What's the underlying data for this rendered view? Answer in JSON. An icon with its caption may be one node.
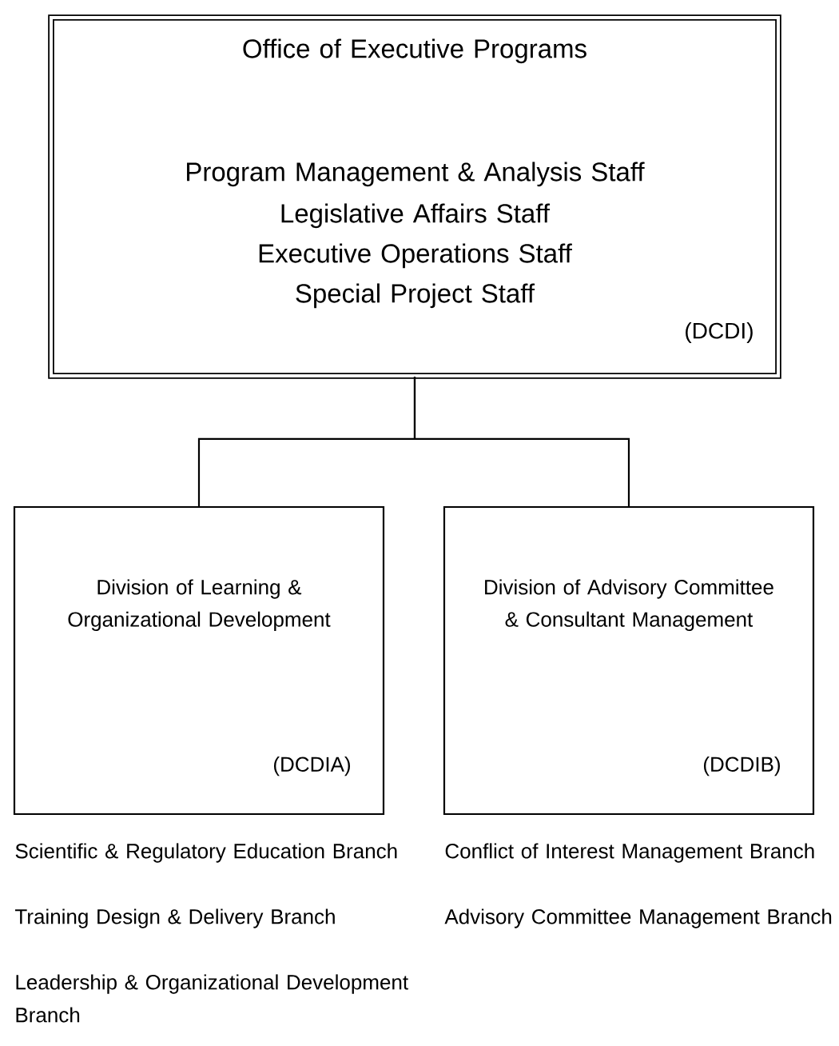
{
  "diagram": {
    "nodes": [
      {
        "text": [
          "Office of Executive Programs",
          "Program Management & Analysis Staff",
          "Legislative Affairs Staff",
          "Executive Operations Staff",
          "Special Project Staff",
          "(DCDI)"
        ]
      },
      {
        "text": [
          "Division of Learning & Organizational Development",
          "(DCDIA)"
        ],
        "beside": [
          "Scientific & Regulatory Education Branch",
          "Training Design & Delivery Branch",
          "Leadership & Organizational Development Branch"
        ]
      },
      {
        "text": [
          "Division of Advisory Committee & Consultant Management",
          "(DCDIB)"
        ],
        "beside": [
          "Conflict of Interest Management Branch",
          "Advisory Committee Management Branch"
        ]
      }
    ],
    "edges": [
      {
        "from": 0,
        "to": 1,
        "arrow": "none"
      },
      {
        "from": 0,
        "to": 2,
        "arrow": "none"
      }
    ]
  }
}
